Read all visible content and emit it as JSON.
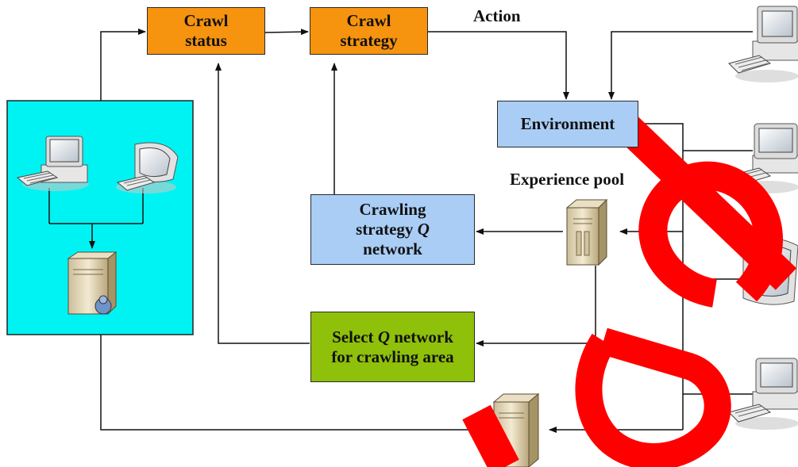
{
  "boxes": {
    "crawl_status": "Crawl\nstatus",
    "crawl_strategy": "Crawl\nstrategy",
    "environment": "Environment",
    "crawling_q_network": {
      "line1": "Crawling",
      "line2_prefix": "strategy ",
      "line2_q": "Q",
      "line3": "network"
    },
    "select_q_network": {
      "line1_prefix": "Select ",
      "line1_q": "Q",
      "line1_suffix": " network",
      "line2": "for crawling area"
    }
  },
  "labels": {
    "action": "Action",
    "experience_pool": "Experience pool"
  },
  "watermark": {
    "text": "ed",
    "color": "#ff0000"
  },
  "colors": {
    "orange": "#f6930f",
    "blue": "#a9cdf5",
    "green": "#8fc00a",
    "cyan": "#00f3f3"
  },
  "icons": [
    "desktop-computer-icon",
    "crt-monitor-icon",
    "user-server-icon",
    "server-tower-icon",
    "desktop-computer-icon",
    "crt-monitor-icon"
  ]
}
